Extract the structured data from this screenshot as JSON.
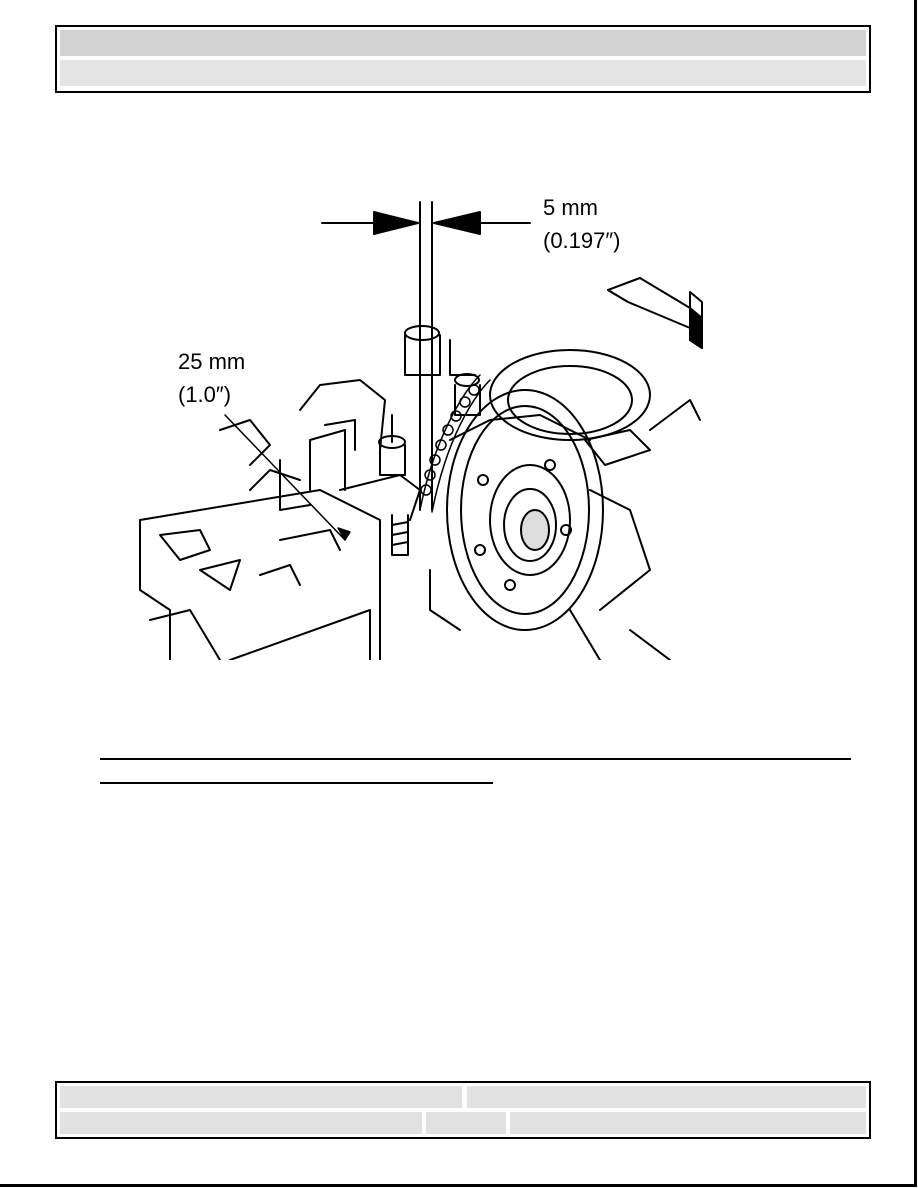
{
  "header": {
    "row1": "",
    "row2": ""
  },
  "figure": {
    "callout_top_value": "5 mm",
    "callout_top_alt": "(0.197″)",
    "callout_left_value": "25 mm",
    "callout_left_alt": "(1.0″)"
  },
  "footer": {
    "left_top": "",
    "right_top": "",
    "left_bottom": "",
    "middle_bottom": "",
    "right_bottom": ""
  }
}
